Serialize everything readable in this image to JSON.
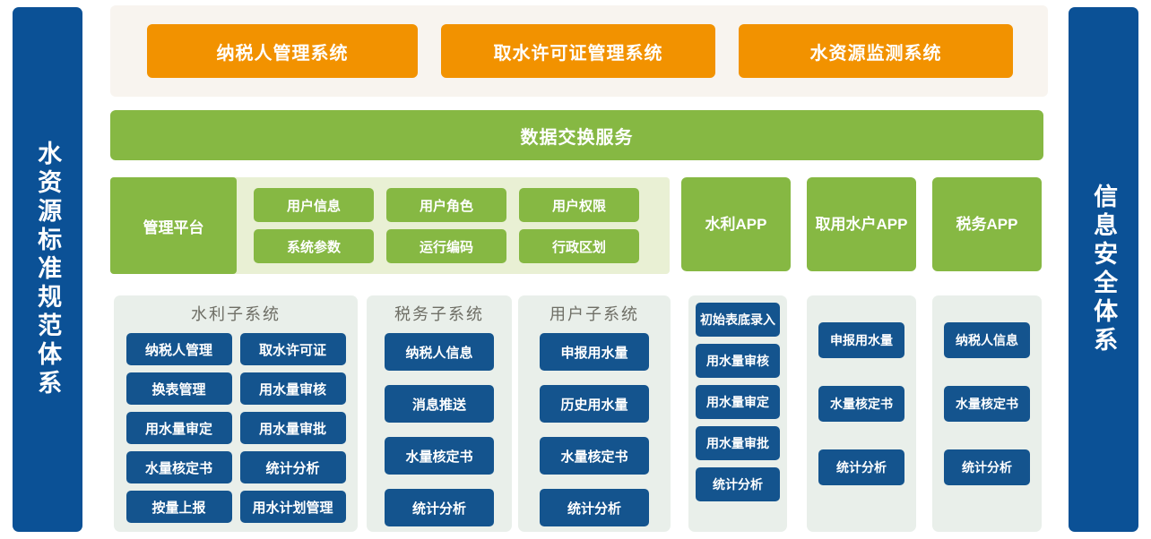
{
  "sidebars": {
    "left": {
      "label": "水资源标准规范体系"
    },
    "right": {
      "label": "信息安全体系"
    }
  },
  "top_systems": {
    "items": [
      {
        "label": "纳税人管理系统"
      },
      {
        "label": "取水许可证管理系统"
      },
      {
        "label": "水资源监测系统"
      }
    ]
  },
  "exchange_service": {
    "label": "数据交换服务"
  },
  "platform": {
    "main_label": "管理平台",
    "cells": [
      {
        "label": "用户信息"
      },
      {
        "label": "用户角色"
      },
      {
        "label": "用户权限"
      },
      {
        "label": "系统参数"
      },
      {
        "label": "运行编码"
      },
      {
        "label": "行政区划"
      }
    ]
  },
  "apps": [
    {
      "label": "水利APP"
    },
    {
      "label": "取用水户APP"
    },
    {
      "label": "税务APP"
    }
  ],
  "panels": [
    {
      "title": "水利子系统",
      "items": [
        {
          "label": "纳税人管理"
        },
        {
          "label": "取水许可证"
        },
        {
          "label": "换表管理"
        },
        {
          "label": "用水量审核"
        },
        {
          "label": "用水量审定"
        },
        {
          "label": "用水量审批"
        },
        {
          "label": "水量核定书"
        },
        {
          "label": "统计分析"
        },
        {
          "label": "按量上报"
        },
        {
          "label": "用水计划管理"
        }
      ]
    },
    {
      "title": "税务子系统",
      "items": [
        {
          "label": "纳税人信息"
        },
        {
          "label": "消息推送"
        },
        {
          "label": "水量核定书"
        },
        {
          "label": "统计分析"
        }
      ]
    },
    {
      "title": "用户子系统",
      "items": [
        {
          "label": "申报用水量"
        },
        {
          "label": "历史用水量"
        },
        {
          "label": "水量核定书"
        },
        {
          "label": "统计分析"
        }
      ]
    },
    {
      "title": "",
      "items": [
        {
          "label": "初始表底录入"
        },
        {
          "label": "用水量审核"
        },
        {
          "label": "用水量审定"
        },
        {
          "label": "用水量审批"
        },
        {
          "label": "统计分析"
        }
      ]
    },
    {
      "title": "",
      "items": [
        {
          "label": "申报用水量"
        },
        {
          "label": "水量核定书"
        },
        {
          "label": "统计分析"
        }
      ]
    },
    {
      "title": "",
      "items": [
        {
          "label": "纳税人信息"
        },
        {
          "label": "水量核定书"
        },
        {
          "label": "统计分析"
        }
      ]
    }
  ],
  "colors": {
    "sidebar_blue": "#0b5196",
    "button_blue": "#14548e",
    "orange": "#f29200",
    "orange_band_bg": "#f8f4ef",
    "green": "#86b843",
    "green_pale": "#e9f0d4",
    "panel_bg": "#e9efea",
    "panel_title": "#6f6f66"
  }
}
